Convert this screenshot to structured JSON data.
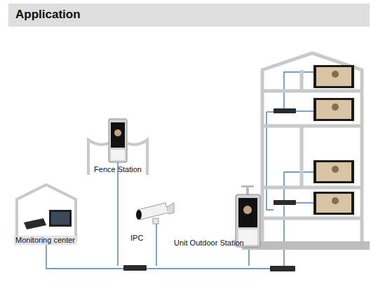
{
  "diagram": {
    "title": "Application",
    "nodes": [
      {
        "text": [
          "Monitoring center"
        ]
      },
      {
        "text": [
          "Fence Station"
        ]
      },
      {
        "text": [
          "IPC"
        ]
      },
      {
        "text": [
          "Unit Outdoor Station"
        ]
      }
    ]
  }
}
